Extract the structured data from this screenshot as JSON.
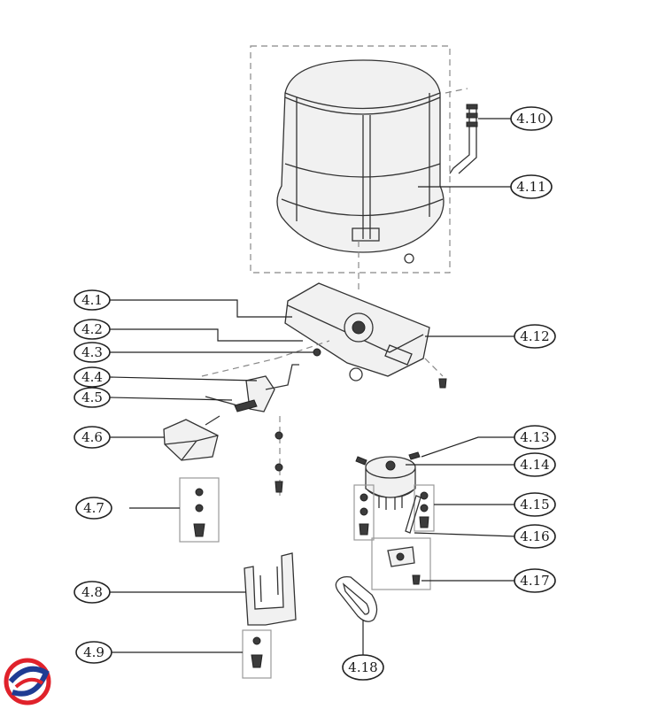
{
  "diagram": {
    "callouts": [
      {
        "id": "c41",
        "label": "4.1"
      },
      {
        "id": "c42",
        "label": "4.2"
      },
      {
        "id": "c43",
        "label": "4.3"
      },
      {
        "id": "c44",
        "label": "4.4"
      },
      {
        "id": "c45",
        "label": "4.5"
      },
      {
        "id": "c46",
        "label": "4.6"
      },
      {
        "id": "c47",
        "label": "4.7"
      },
      {
        "id": "c48",
        "label": "4.8"
      },
      {
        "id": "c49",
        "label": "4.9"
      },
      {
        "id": "c410",
        "label": "4.10"
      },
      {
        "id": "c411",
        "label": "4.11"
      },
      {
        "id": "c412",
        "label": "4.12"
      },
      {
        "id": "c413",
        "label": "4.13"
      },
      {
        "id": "c414",
        "label": "4.14"
      },
      {
        "id": "c415",
        "label": "4.15"
      },
      {
        "id": "c416",
        "label": "4.16"
      },
      {
        "id": "c417",
        "label": "4.17"
      },
      {
        "id": "c418",
        "label": "4.18"
      }
    ],
    "logo": {
      "colors": {
        "red": "#e0222b",
        "blue": "#1f3c93"
      }
    }
  }
}
